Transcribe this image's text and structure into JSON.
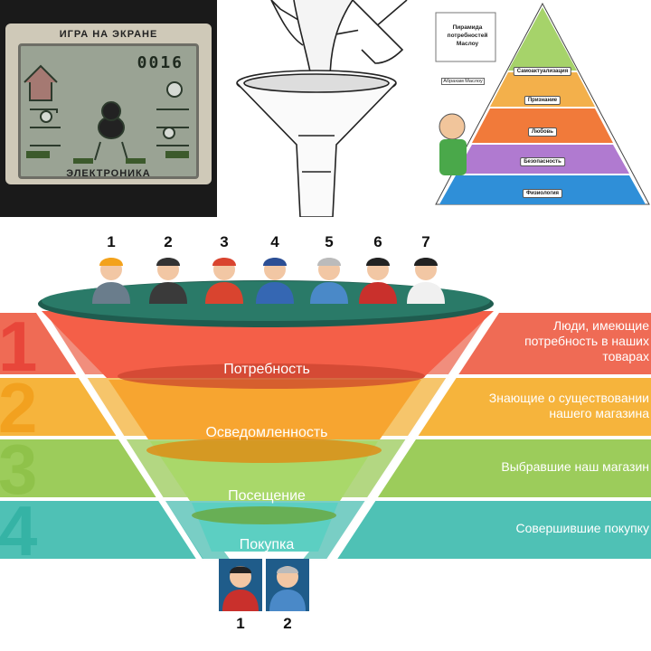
{
  "game": {
    "title": "ИГРА НА ЭКРАНЕ",
    "score": "0016",
    "brand": "ЭЛЕКТРОНИКА"
  },
  "pyramid": {
    "title": "Пирамида потребностей Маслоу",
    "author": "Абрахам Маслоу",
    "levels": [
      "Самоактуализация",
      "Признание",
      "Любовь",
      "Безопасность",
      "Физиология"
    ],
    "colors": [
      "#a6d36a",
      "#f3b04b",
      "#f17a3a",
      "#7e5a9e",
      "#2f8fd8"
    ]
  },
  "people_top": [
    "1",
    "2",
    "3",
    "4",
    "5",
    "6",
    "7"
  ],
  "funnel": {
    "stages": [
      {
        "num": "1",
        "label": "Потребность",
        "desc": [
          "Люди, имеющие",
          "потребность в наших",
          "товарах"
        ],
        "color": "#ef6b55",
        "numcolor": "#e8463a"
      },
      {
        "num": "2",
        "label": "Осведомленность",
        "desc": [
          "Знающие о существовании",
          "нашего магазина"
        ],
        "color": "#f6b43c",
        "numcolor": "#f2a11f"
      },
      {
        "num": "3",
        "label": "Посещение",
        "desc": [
          "Выбравшие наш магазин"
        ],
        "color": "#9ccc5b",
        "numcolor": "#8fc24a"
      },
      {
        "num": "4",
        "label": "Покупка",
        "desc": [
          "Совершившие покупку"
        ],
        "color": "#4fc1b5",
        "numcolor": "#35b3a5"
      }
    ]
  },
  "people_bottom": [
    "1",
    "2"
  ]
}
